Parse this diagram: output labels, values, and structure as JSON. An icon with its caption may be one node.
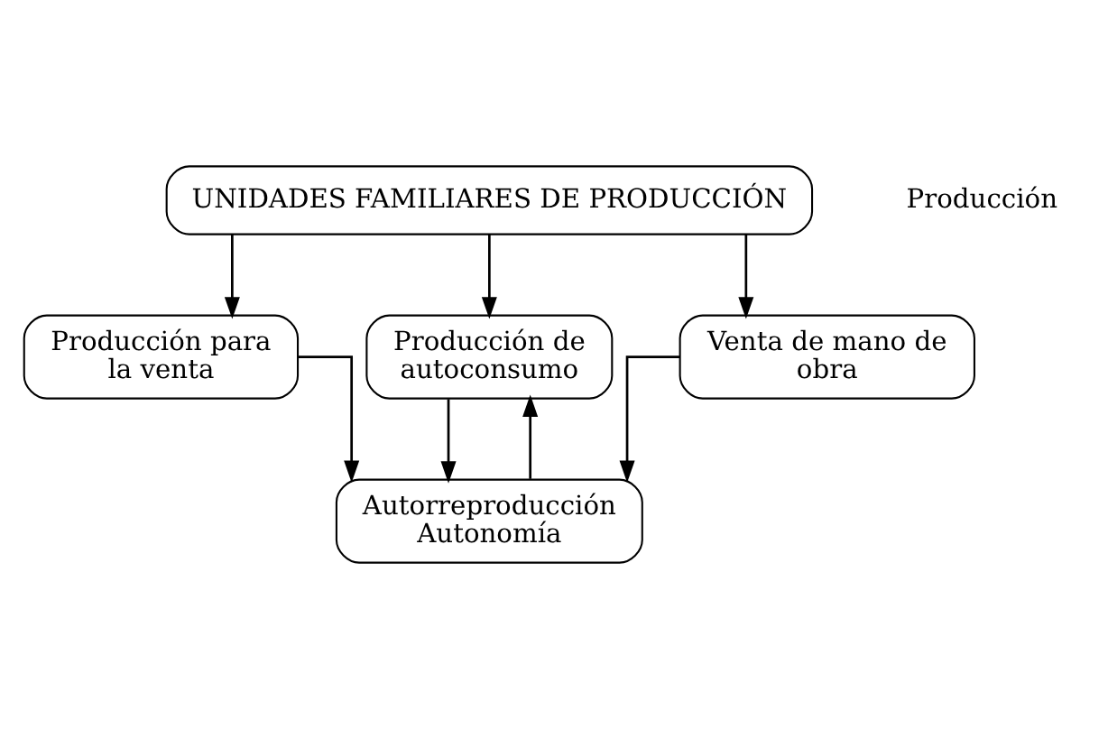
{
  "diagram": {
    "nodes": [
      {
        "text": [
          "UNIDADES FAMILIARES DE PRODUCCIÓN"
        ]
      },
      {
        "text": [
          "Producción para la venta"
        ]
      },
      {
        "text": [
          "Producción de autoconsumo"
        ]
      },
      {
        "text": [
          "Venta de mano de obra"
        ]
      },
      {
        "text": [
          "Autorreproducción",
          "Autonomía"
        ]
      }
    ],
    "edges": [
      {
        "from": 0,
        "to": 1,
        "arrow": "to"
      },
      {
        "from": 0,
        "to": 2,
        "arrow": "to"
      },
      {
        "from": 0,
        "to": 3,
        "arrow": "to"
      },
      {
        "from": 2,
        "to": 4,
        "arrow": "to"
      },
      {
        "from": 4,
        "to": 2,
        "arrow": "to"
      },
      {
        "from": 1,
        "to": 4,
        "arrow": "to"
      },
      {
        "from": 3,
        "to": 4,
        "arrow": "to"
      }
    ],
    "labels": [
      "Producción"
    ]
  }
}
